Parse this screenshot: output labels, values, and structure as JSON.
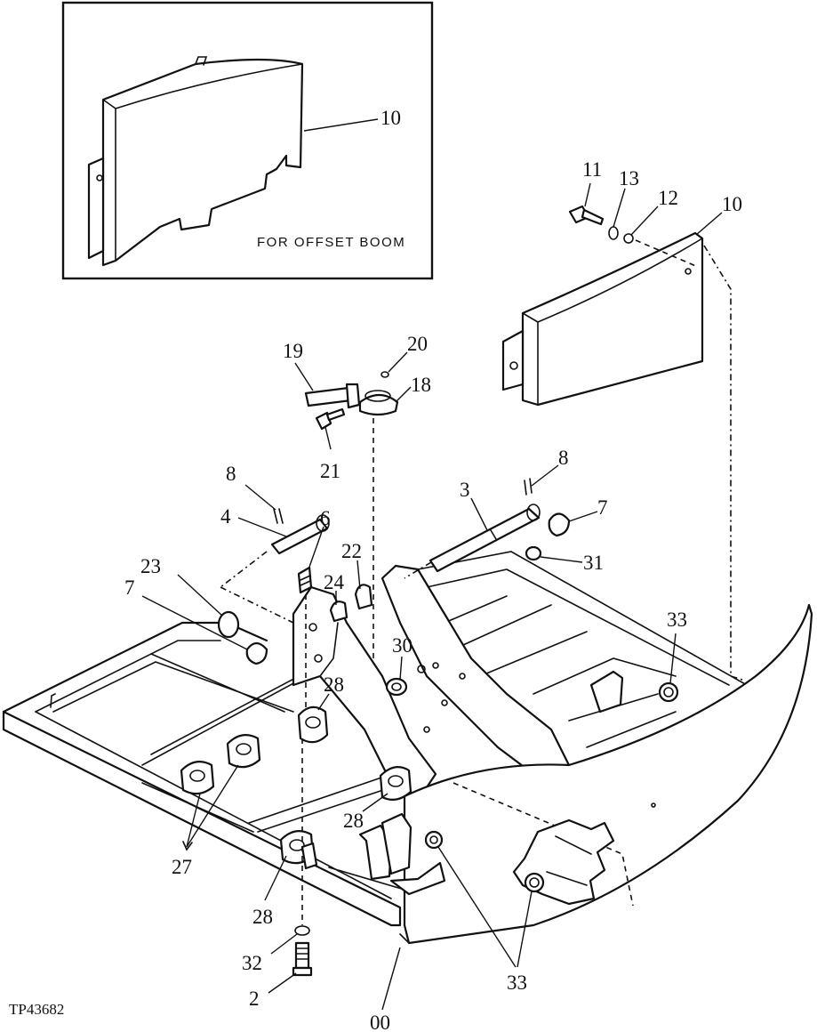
{
  "inset": {
    "caption": "FOR OFFSET BOOM"
  },
  "drawing_number": "TP43682",
  "callouts": {
    "c10_inset": "10",
    "c10_main": "10",
    "c11": "11",
    "c13": "13",
    "c12": "12",
    "c19": "19",
    "c20": "20",
    "c18": "18",
    "c21": "21",
    "c8_left": "8",
    "c8_right": "8",
    "c3": "3",
    "c4": "4",
    "c6": "6",
    "c7_right": "7",
    "c7_left": "7",
    "c22": "22",
    "c23": "23",
    "c24": "24",
    "c31": "31",
    "c30": "30",
    "c33_top": "33",
    "c28_a": "28",
    "c28_b": "28",
    "c28_c": "28",
    "c27": "27",
    "c32": "32",
    "c2": "2",
    "c33_bottom": "33",
    "c00": "00"
  }
}
